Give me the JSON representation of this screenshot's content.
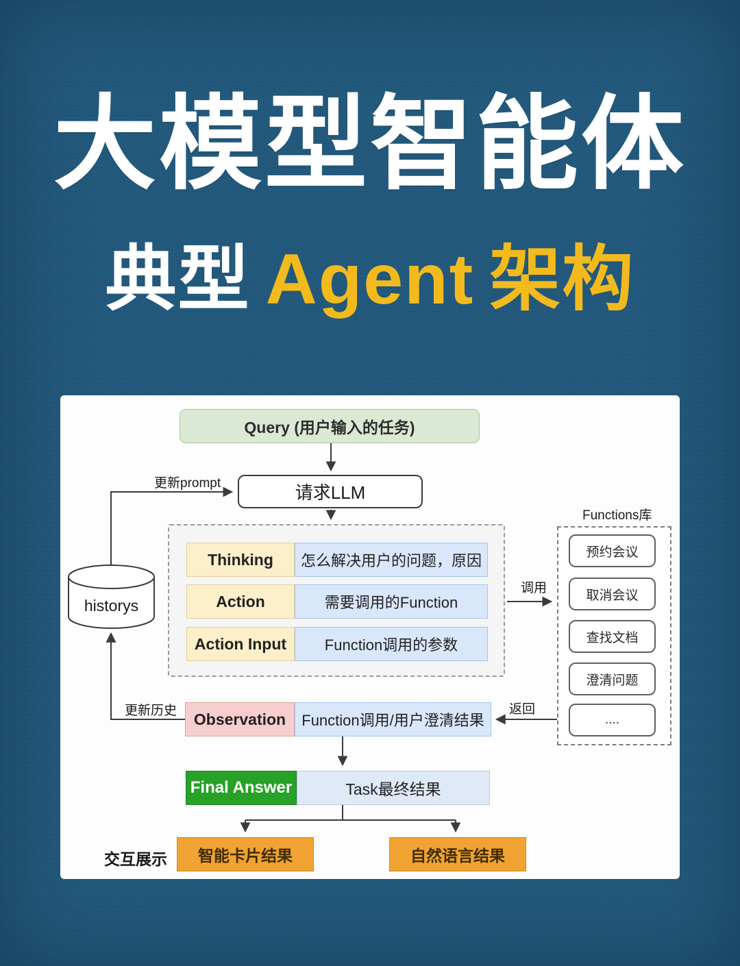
{
  "title": {
    "line1": "大模型智能体",
    "line2_white": "典型",
    "line2_yellow1": "Agent",
    "line2_yellow2": "架构"
  },
  "colors": {
    "background_blue": "#22597c",
    "title_white": "#ffffff",
    "title_yellow": "#f3ba1d",
    "query_green": "#dbe8d4",
    "row_yellow": "#fcefc9",
    "row_blue": "#d9e7fb",
    "observation_pink": "#f6cecd",
    "final_green": "#27a127",
    "output_orange": "#f0a232"
  },
  "diagram": {
    "query_label": "Query (用户输入的任务)",
    "llm_label": "请求LLM",
    "update_prompt_label": "更新prompt",
    "historys_label": "historys",
    "rows": [
      {
        "label": "Thinking",
        "desc": "怎么解决用户的问题，原因"
      },
      {
        "label": "Action",
        "desc": "需要调用的Function"
      },
      {
        "label": "Action Input",
        "desc": "Function调用的参数"
      }
    ],
    "call_label": "调用",
    "return_label": "返回",
    "functions": {
      "title": "Functions库",
      "items": [
        "预约会议",
        "取消会议",
        "查找文档",
        "澄清问题",
        "...."
      ]
    },
    "update_history_label": "更新历史",
    "observation": {
      "label": "Observation",
      "desc": "Function调用/用户澄清结果"
    },
    "final": {
      "label": "Final Answer",
      "desc": "Task最终结果"
    },
    "display_label": "交互展示",
    "outputs": [
      "智能卡片结果",
      "自然语言结果"
    ]
  }
}
